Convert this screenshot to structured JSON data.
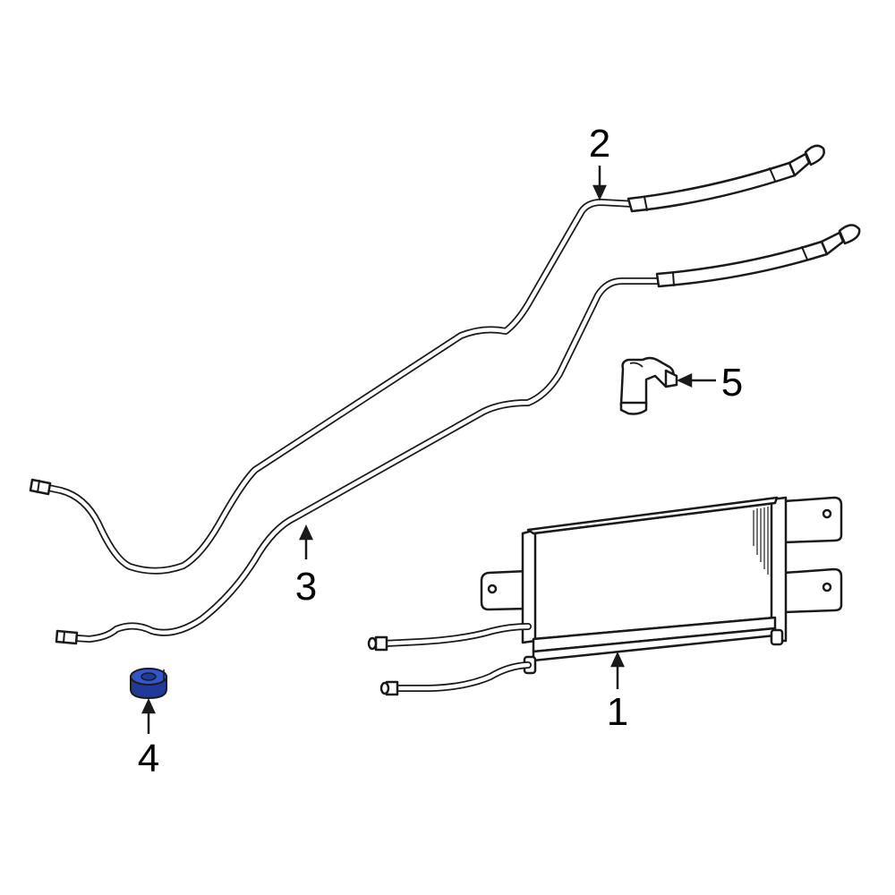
{
  "callouts": {
    "part_1": "1",
    "part_2": "2",
    "part_3": "3",
    "part_4": "4",
    "part_5": "5"
  },
  "colors": {
    "line": "#1a1a1a",
    "background": "#ffffff",
    "highlight_fill": "#3355cc",
    "highlight_dark": "#1f3a99"
  },
  "highlighted_part": "4"
}
